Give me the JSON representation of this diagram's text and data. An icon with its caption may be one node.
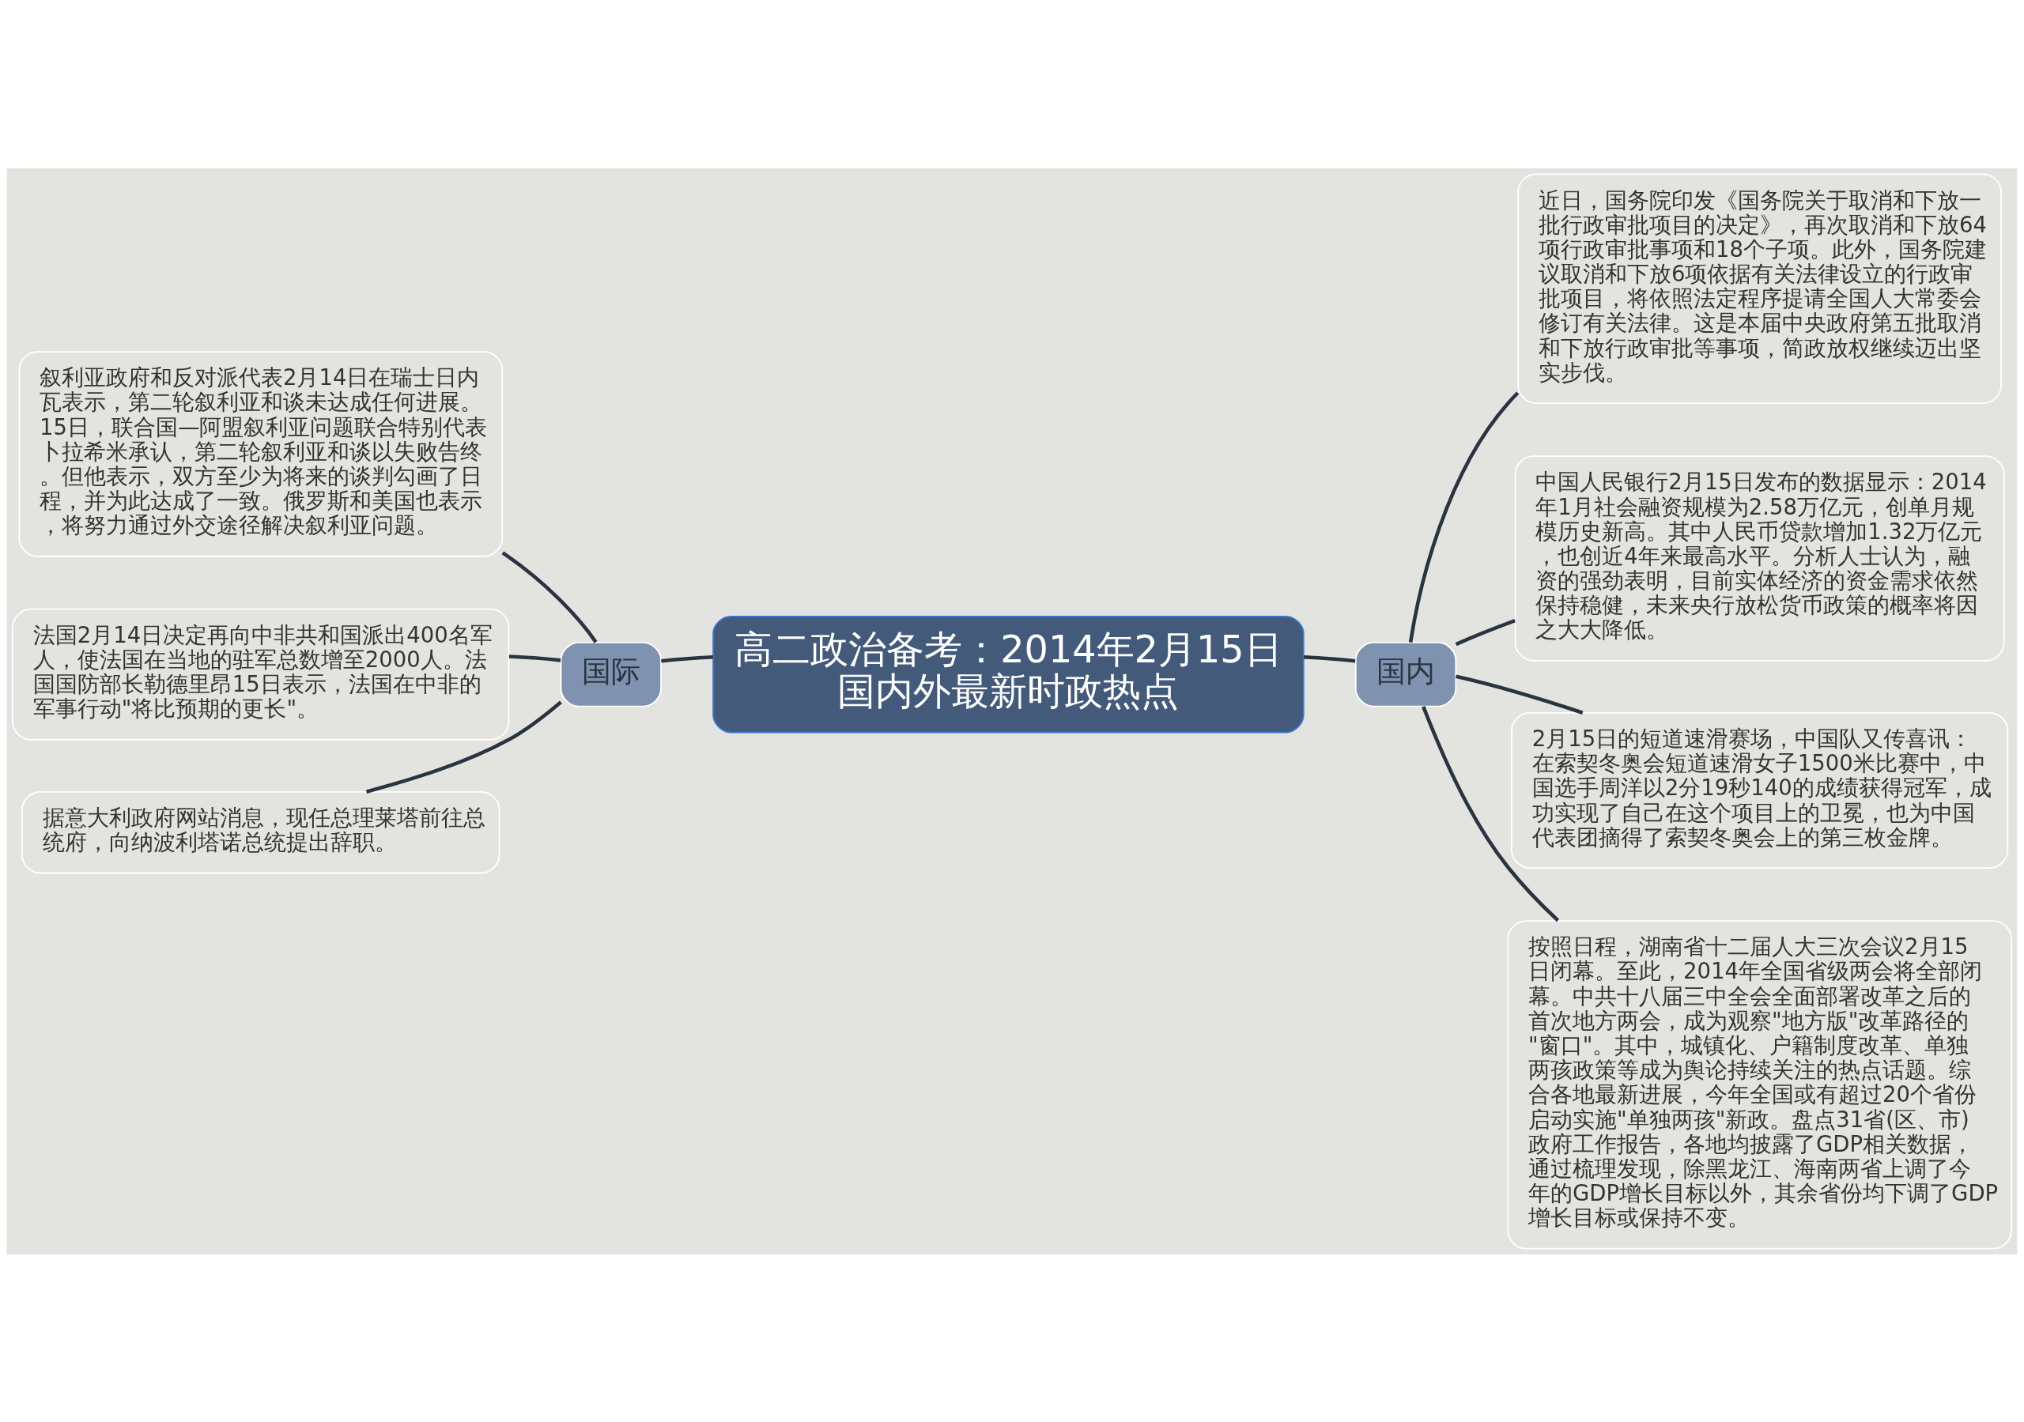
{
  "diagram": {
    "nodes": [
      {
        "text": [
          "高二政治备考：2014年2月15日国内外最新时政热点"
        ]
      },
      {
        "text": [
          "国际"
        ]
      },
      {
        "text": [
          "叙利亚政府和反对派代表2月14日在瑞士日内瓦表示，第二轮叙利亚和谈未达成任何进展。15日，联合国—阿盟叙利亚问题联合特别代表卜拉希米承认，第二轮叙利亚和谈以失败告终。但他表示，双方至少为将来的谈判勾画了日程，并为此达成了一致。俄罗斯和美国也表示，将努力通过外交途径解决叙利亚问题。"
        ]
      },
      {
        "text": [
          "法国2月14日决定再向中非共和国派出400名军人，使法国在当地的驻军总数增至2000人。法国国防部长勒德里昂15日表示，法国在中非的军事行动\"将比预期的更长\"。"
        ]
      },
      {
        "text": [
          "据意大利政府网站消息，现任总理莱塔前往总统府，向纳波利塔诺总统提出辞职。"
        ]
      },
      {
        "text": [
          "国内"
        ]
      },
      {
        "text": [
          "近日，国务院印发《国务院关于取消和下放一批行政审批项目的决定》，再次取消和下放64项行政审批事项和18个子项。此外，国务院建议取消和下放6项依据有关法律设立的行政审批项目，将依照法定程序提请全国人大常委会修订有关法律。这是本届中央政府第五批取消和下放行政审批等事项，简政放权继续迈出坚实步伐。"
        ]
      },
      {
        "text": [
          "中国人民银行2月15日发布的数据显示：2014年1月社会融资规模为2.58万亿元，创单月规模历史新高。其中人民币贷款增加1.32万亿元，也创近4年来最高水平。分析人士认为，融资的强劲表明，目前实体经济的资金需求依然保持稳健，未来央行放松货币政策的概率将因之大大降低。"
        ]
      },
      {
        "text": [
          "2月15日的短道速滑赛场，中国队又传喜讯：在索契冬奥会短道速滑女子1500米比赛中，中国选手周洋以2分19秒140的成绩获得冠军，成功实现了自己在这个项目上的卫冕，也为中国代表团摘得了索契冬奥会上的第三枚金牌。"
        ]
      },
      {
        "text": [
          "按照日程，湖南省十二届人大三次会议2月15日闭幕。至此，2014年全国省级两会将全部闭幕。中共十八届三中全会全面部署改革之后的首次地方两会，成为观察\"地方版\"改革路径的\"窗口\"。其中，城镇化、户籍制度改革、单独两孩政策等成为舆论持续关注的热点话题。综合各地最新进展，今年全国或有超过20个省份启动实施\"单独两孩\"新政。盘点31省(区、市)政府工作报告，各地均披露了GDP相关数据，通过梳理发现，除黑龙江、海南两省上调了今年的GDP增长目标以外，其余省份均下调了GDP增长目标或保持不变。"
        ]
      }
    ],
    "edges": [
      {
        "from": 0,
        "to": 1,
        "arrow": "none"
      },
      {
        "from": 1,
        "to": 2,
        "arrow": "none"
      },
      {
        "from": 1,
        "to": 3,
        "arrow": "none"
      },
      {
        "from": 1,
        "to": 4,
        "arrow": "none"
      },
      {
        "from": 0,
        "to": 5,
        "arrow": "none"
      },
      {
        "from": 5,
        "to": 6,
        "arrow": "none"
      },
      {
        "from": 5,
        "to": 7,
        "arrow": "none"
      },
      {
        "from": 5,
        "to": 8,
        "arrow": "none"
      },
      {
        "from": 5,
        "to": 9,
        "arrow": "none"
      }
    ]
  }
}
